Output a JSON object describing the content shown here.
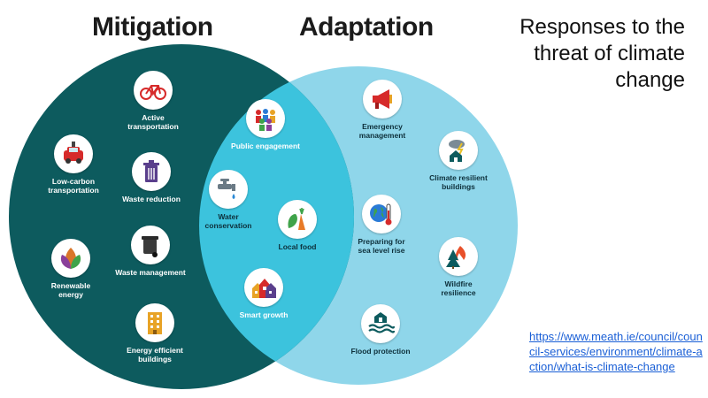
{
  "headings": {
    "mitigation": "Mitigation",
    "adaptation": "Adaptation"
  },
  "side_title": "Responses to the threat of climate change",
  "source_link": "https://www.meath.ie/council/council-services/environment/climate-action/what-is-climate-change",
  "colors": {
    "mitigation_circle": "#0d5b5e",
    "adaptation_circle": "#8fd6ea",
    "overlap": "#3cc3dd",
    "link": "#1a5fd6"
  },
  "mitigation_items": {
    "active_transportation": {
      "label": "Active\ntransportation",
      "icon": "bicycle-icon"
    },
    "low_carbon_transportation": {
      "label": "Low-carbon\ntransportation",
      "icon": "car-icon"
    },
    "waste_reduction": {
      "label": "Waste reduction",
      "icon": "trash-bin-icon"
    },
    "waste_management": {
      "label": "Waste management",
      "icon": "wheelie-bin-icon"
    },
    "renewable_energy": {
      "label": "Renewable\nenergy",
      "icon": "leaves-icon"
    },
    "energy_efficient_buildings": {
      "label": "Energy efficient\nbuildings",
      "icon": "building-icon"
    }
  },
  "shared_items": {
    "public_engagement": {
      "label": "Public engagement",
      "icon": "people-icon"
    },
    "water_conservation": {
      "label": "Water\nconservation",
      "icon": "faucet-icon"
    },
    "local_food": {
      "label": "Local food",
      "icon": "vegetables-icon"
    },
    "smart_growth": {
      "label": "Smart growth",
      "icon": "houses-icon"
    }
  },
  "adaptation_items": {
    "emergency_management": {
      "label": "Emergency\nmanagement",
      "icon": "megaphone-icon"
    },
    "climate_resilient_buildings": {
      "label": "Climate resilient\nbuildings",
      "icon": "storm-house-icon"
    },
    "preparing_for_sea_level_rise": {
      "label": "Preparing for\nsea level rise",
      "icon": "globe-thermometer-icon"
    },
    "wildfire_resilience": {
      "label": "Wildfire\nresilience",
      "icon": "fire-tree-icon"
    },
    "flood_protection": {
      "label": "Flood protection",
      "icon": "flood-icon"
    }
  }
}
